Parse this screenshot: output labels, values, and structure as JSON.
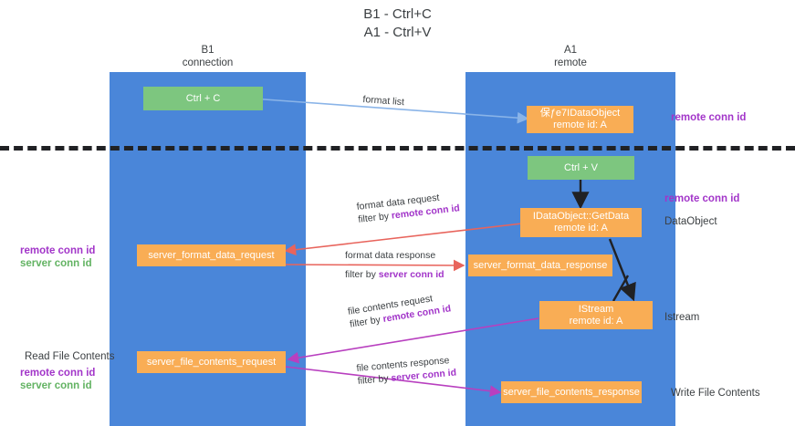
{
  "title": {
    "line1": "B1 - Ctrl+C",
    "line2": "A1 - Ctrl+V"
  },
  "columns": [
    {
      "name": "B1",
      "sub": "connection"
    },
    {
      "name": "A1",
      "sub": "remote"
    }
  ],
  "colors": {
    "lane": "#4a86d9",
    "green_box": "#7dc67f",
    "orange_box": "#f9ad55",
    "remote_conn_id": "#a235c9",
    "server_conn_id": "#63b363",
    "arrow_format_list": "#8ab4e8",
    "arrow_format_data": "#e8645c",
    "arrow_file_contents": "#b83fbf",
    "arrow_black": "#202124",
    "divider": "#202124"
  },
  "boxes": {
    "ctrl_c": {
      "label": "Ctrl + C"
    },
    "ctrl_v": {
      "label": "Ctrl + V"
    },
    "idataobject": {
      "line1": "保ƒе7IDataObject",
      "line2": "remote id: A"
    },
    "getdata": {
      "line1": "IDataObject::GetData",
      "line2": "remote id: A"
    },
    "istream": {
      "line1": "IStream",
      "line2": "remote id: A"
    },
    "server_format_data_request": {
      "label": "server_format_data_request"
    },
    "server_format_data_response": {
      "label": "server_format_data_response"
    },
    "server_file_contents_request": {
      "label": "server_file_contents_request"
    },
    "server_file_contents_response": {
      "label": "server_file_contents_response"
    }
  },
  "right_labels": [
    {
      "text": "remote conn id",
      "kind": "purple"
    },
    {
      "text": "remote conn id",
      "kind": "purple"
    },
    {
      "text": "DataObject",
      "kind": "plain"
    },
    {
      "text": "Istream",
      "kind": "plain"
    },
    {
      "text": "Write File Contents",
      "kind": "plain"
    }
  ],
  "left_labels": [
    {
      "text": "remote conn id",
      "kind": "purple"
    },
    {
      "text": "server conn id",
      "kind": "green"
    },
    {
      "text": "Read File Contents",
      "kind": "plain"
    },
    {
      "text": "remote conn id",
      "kind": "purple"
    },
    {
      "text": "server conn id",
      "kind": "green"
    }
  ],
  "edges": [
    {
      "name": "format-list",
      "line1": "format list",
      "line2": "",
      "filter": ""
    },
    {
      "name": "format-data-request",
      "line1": "format data request",
      "line2_prefix": "filter by ",
      "filter": "remote conn id"
    },
    {
      "name": "format-data-response",
      "line1": "format data response",
      "line2_prefix": "filter by ",
      "filter": "server conn id"
    },
    {
      "name": "file-contents-request",
      "line1": "file contents request",
      "line2_prefix": "filter by ",
      "filter": "remote conn id"
    },
    {
      "name": "file-contents-response",
      "line1": "file contents response",
      "line2_prefix": "filter by ",
      "filter": "server conn id"
    }
  ]
}
